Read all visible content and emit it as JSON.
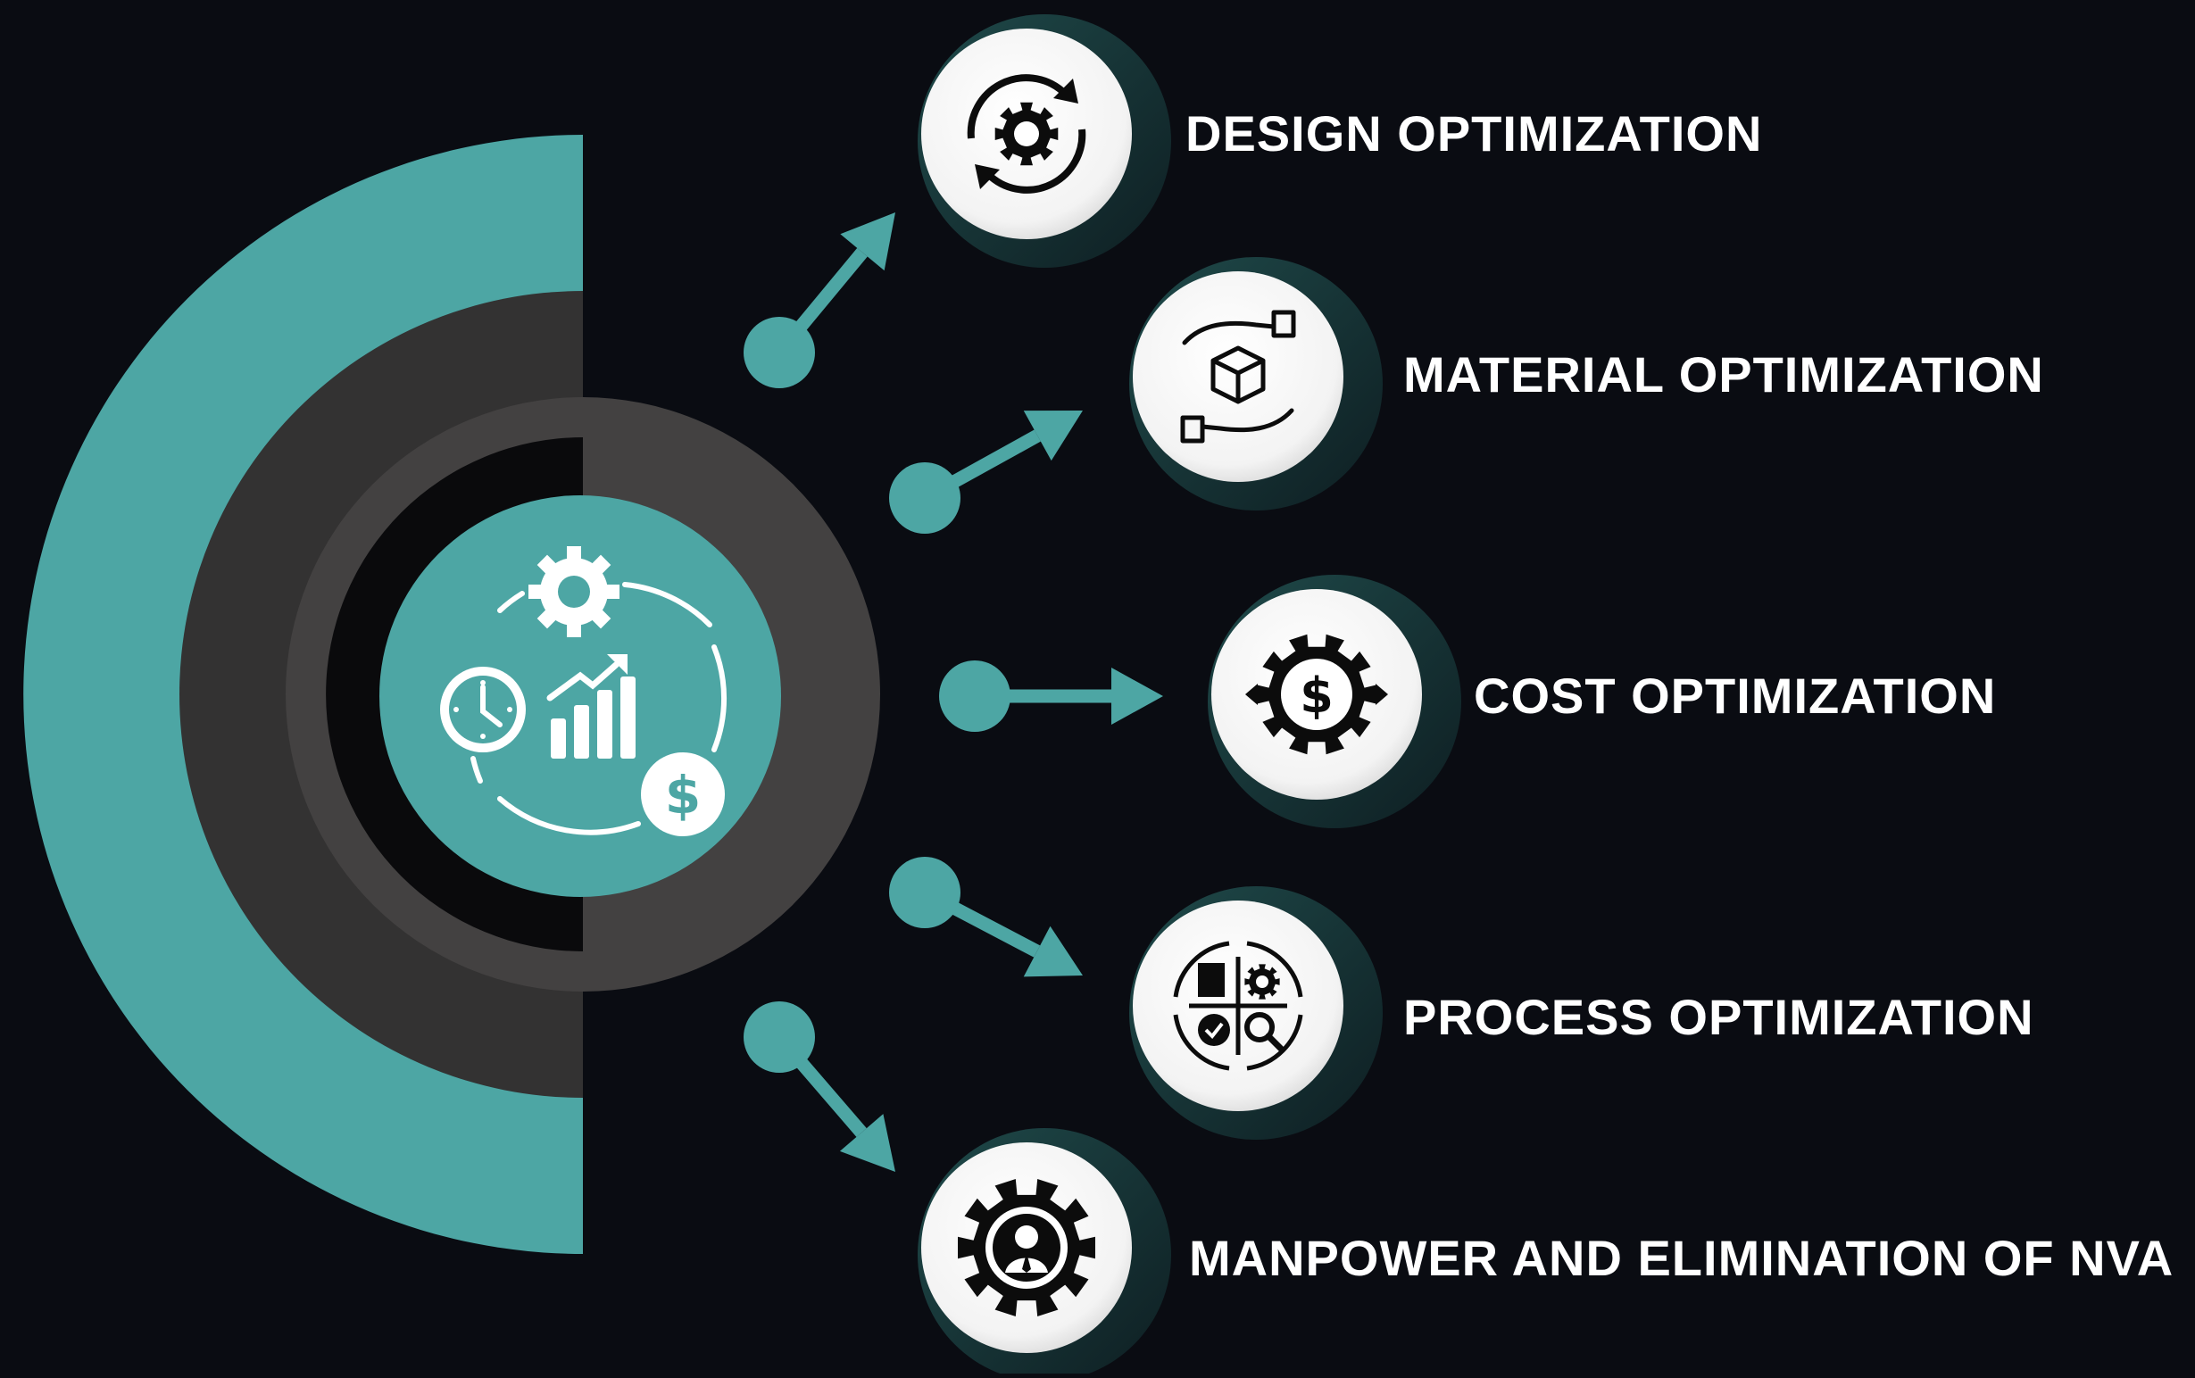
{
  "colors": {
    "background": "#0a0c12",
    "teal": "#4da6a4",
    "dark_gray": "#333232",
    "ring_gray": "#434141",
    "white": "#ffffff",
    "icon_black": "#0c0c0c"
  },
  "hub": {
    "icon": "optimization-cycle-icon",
    "sub_icons": [
      "gear-icon",
      "clock-icon",
      "bar-chart-growth-icon",
      "dollar-icon"
    ]
  },
  "items": [
    {
      "label": "DESIGN OPTIMIZATION",
      "icon": "gear-cycle-icon"
    },
    {
      "label": "MATERIAL OPTIMIZATION",
      "icon": "hands-box-icon"
    },
    {
      "label": "COST OPTIMIZATION",
      "icon": "dollar-gear-icon"
    },
    {
      "label": "PROCESS OPTIMIZATION",
      "icon": "process-quadrant-icon"
    },
    {
      "label": "MANPOWER AND ELIMINATION OF NVA",
      "icon": "worker-gear-icon"
    }
  ]
}
